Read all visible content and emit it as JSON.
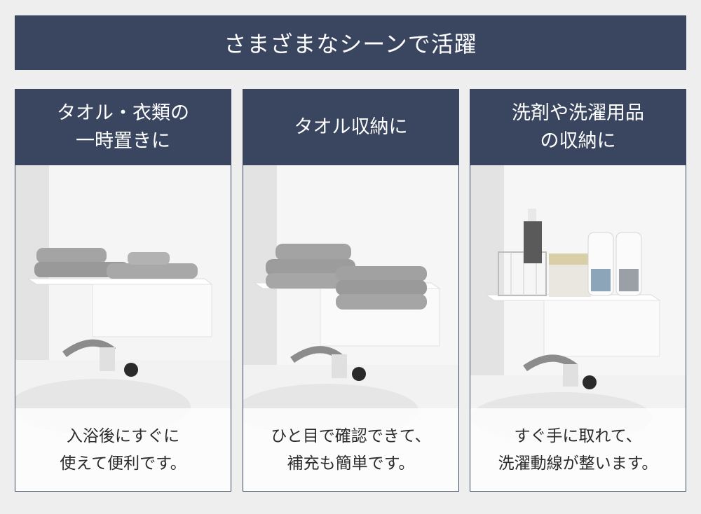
{
  "banner": {
    "title": "さまざまなシーンで活躍"
  },
  "cards": [
    {
      "heading": [
        "タオル・衣類の",
        "一時置きに"
      ],
      "caption": [
        "入浴後にすぐに",
        "使えて便利です。"
      ]
    },
    {
      "heading": [
        "タオル収納に"
      ],
      "caption": [
        "ひと目で確認できて、",
        "補充も簡単です。"
      ]
    },
    {
      "heading": [
        "洗剤や洗濯用品",
        "の収納に"
      ],
      "caption": [
        "すぐ手に取れて、",
        "洗濯動線が整います。"
      ]
    }
  ],
  "colors": {
    "navy": "#3a4660",
    "background": "#eeeeee"
  }
}
